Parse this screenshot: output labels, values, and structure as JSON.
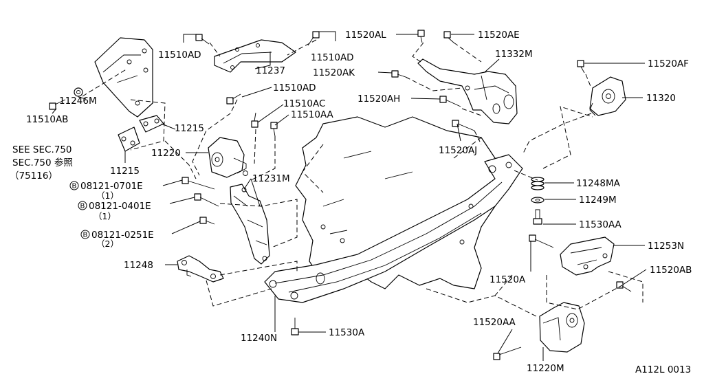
{
  "diagram": {
    "labels": {
      "l11510ad_a": "11510AD",
      "l11510ad_b": "11510AD",
      "l11510ad_c": "11510AD",
      "l11237": "11237",
      "l11520al": "11520AL",
      "l11520ae": "11520AE",
      "l11332m": "11332M",
      "l11520ak": "11520AK",
      "l11520af": "11520AF",
      "l11320": "11320",
      "l11520ah": "11520AH",
      "l11510ac": "11510AC",
      "l11510aa": "11510AA",
      "l11246m": "11246M",
      "l11510ab": "11510AB",
      "l11215_a": "11215",
      "l11215_b": "11215",
      "lsee1": "SEE SEC.750",
      "lsee2": "SEC.750 参照",
      "lsee3": "（75116）",
      "l11220": "11220",
      "l11520aj": "11520AJ",
      "l11231m": "11231M",
      "lb1": "08121-0701E",
      "lb1q": "（1）",
      "lb2": "08121-0401E",
      "lb2q": "（1）",
      "lb3": "08121-0251E",
      "lb3q": "（2）",
      "lbB": "B",
      "l11248ma": "11248MA",
      "l11249m": "11249M",
      "l11530aa": "11530AA",
      "l11253n": "11253N",
      "l11248": "11248",
      "l11520a": "11520A",
      "l11520ab": "11520AB",
      "l11520aa": "11520AA",
      "l11240n": "11240N",
      "l11530a": "11530A",
      "l11220m": "11220M",
      "ref": "A112L 0013"
    }
  }
}
